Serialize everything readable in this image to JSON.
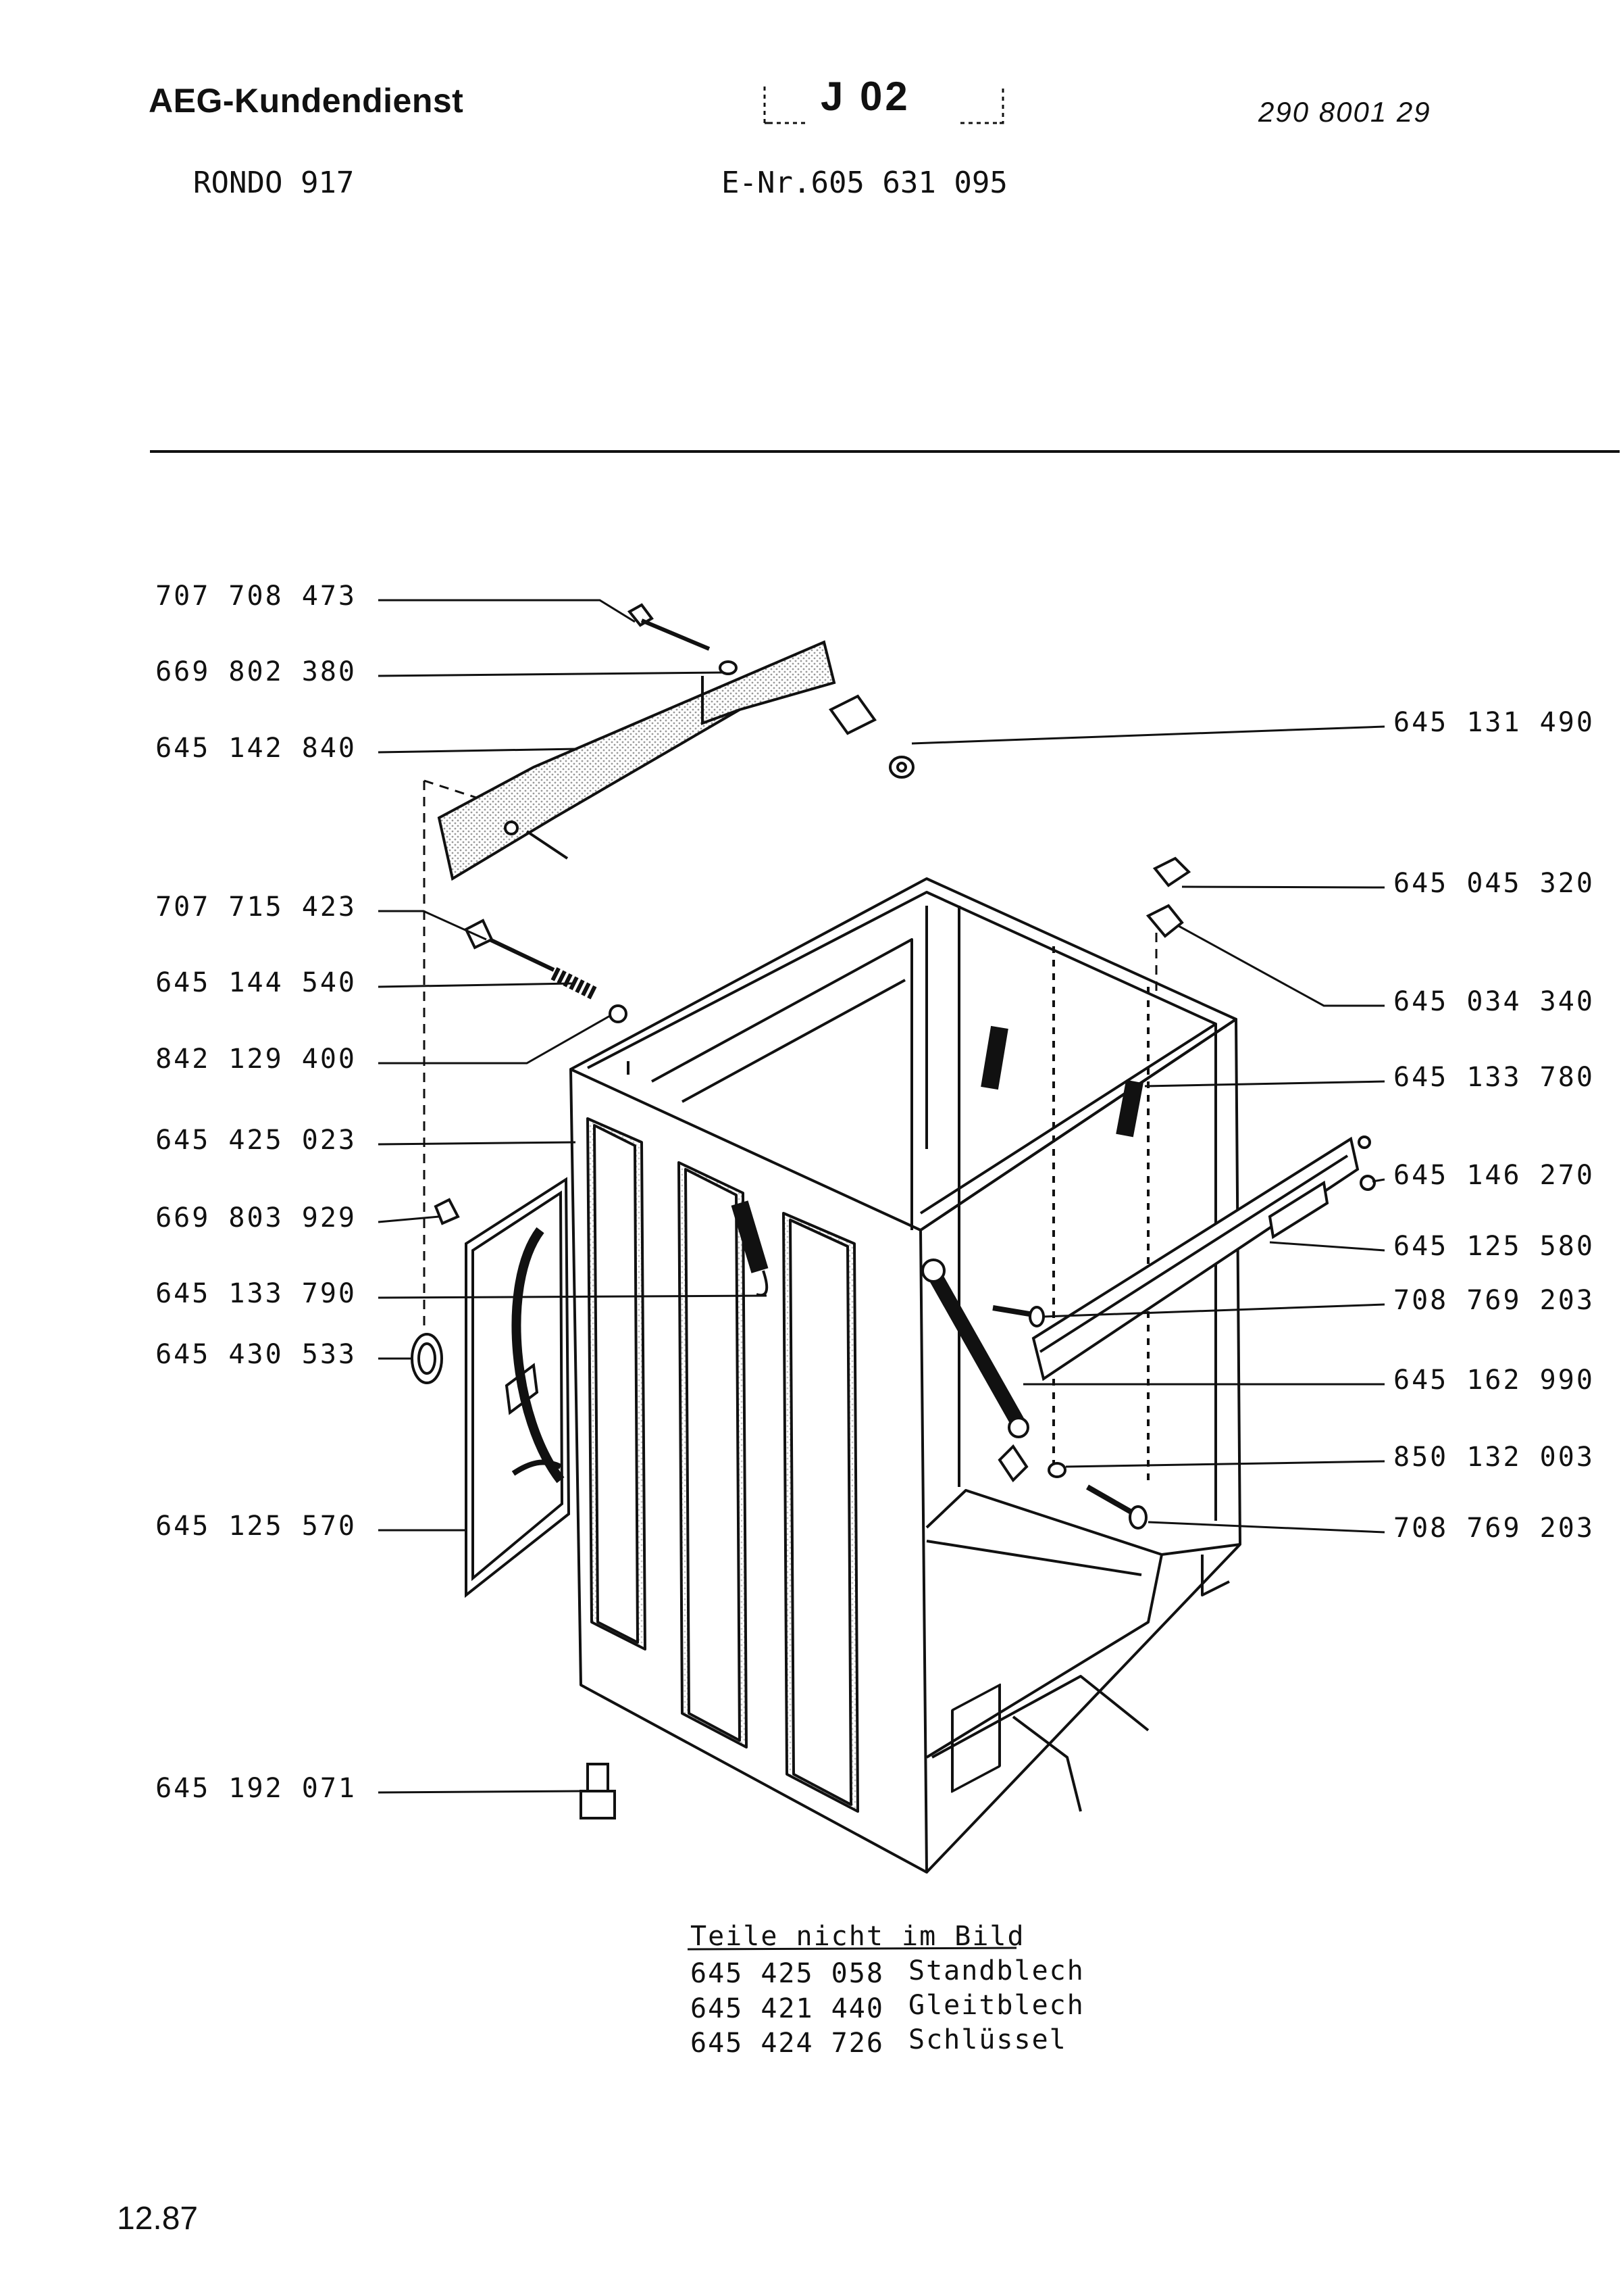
{
  "header": {
    "brand": "AEG-Kundendienst",
    "model": "RONDO 917",
    "page_code": "J 02",
    "e_nr": "E-Nr.605 631 095",
    "doc_number": "290 8001 29"
  },
  "parts_left": [
    {
      "number": "707 708 473"
    },
    {
      "number": "669 802 380"
    },
    {
      "number": "645 142 840"
    },
    {
      "number": "707 715 423"
    },
    {
      "number": "645 144 540"
    },
    {
      "number": "842 129 400"
    },
    {
      "number": "645 425 023"
    },
    {
      "number": "669 803 929"
    },
    {
      "number": "645 133 790"
    },
    {
      "number": "645 430 533"
    },
    {
      "number": "645 125 570"
    },
    {
      "number": "645 192 071"
    }
  ],
  "parts_right": [
    {
      "number": "645 131 490"
    },
    {
      "number": "645 045 320"
    },
    {
      "number": "645 034 340"
    },
    {
      "number": "645 133 780"
    },
    {
      "number": "645 146 270"
    },
    {
      "number": "645 125 580"
    },
    {
      "number": "708 769 203"
    },
    {
      "number": "645 162 990"
    },
    {
      "number": "850 132 003"
    },
    {
      "number": "708 769 203"
    }
  ],
  "not_in_image": {
    "heading": "Teile nicht im Bild",
    "items": [
      {
        "number": "645 425 058",
        "name": "Standblech"
      },
      {
        "number": "645 421 440",
        "name": "Gleitblech"
      },
      {
        "number": "645 424 726",
        "name": "Schlüssel"
      }
    ]
  },
  "footer": {
    "date": "12.87"
  }
}
